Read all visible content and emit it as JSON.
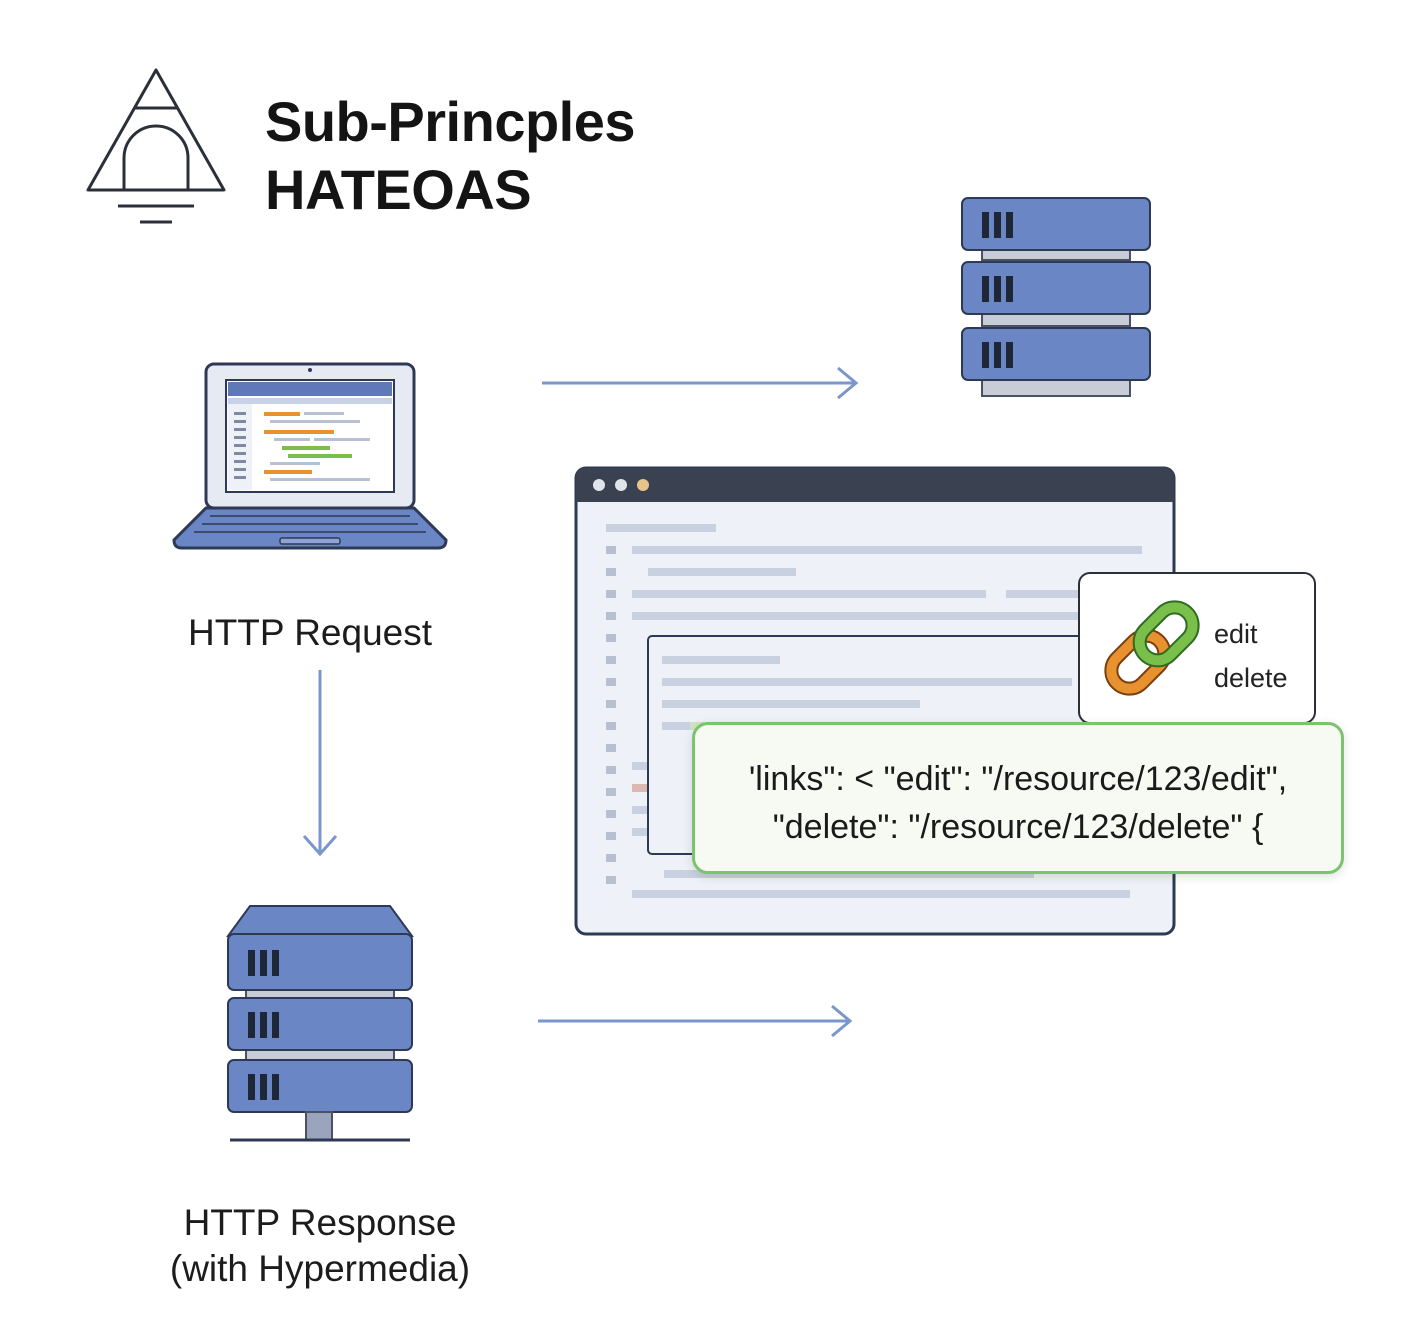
{
  "title": {
    "line1": "Sub-Princples",
    "line2": "HATEOAS"
  },
  "client": {
    "label": "HTTP Request"
  },
  "server_response": {
    "label_line1": "HTTP Response",
    "label_line2": "(with Hypermedia)"
  },
  "links_popup": {
    "items": [
      "edit",
      "delete"
    ]
  },
  "json_snippet": {
    "line1": "'links\": < \"edit\": \"/resource/123/edit\",",
    "line2": "\"delete\": \"/resource/123/delete\" {"
  },
  "colors": {
    "server_blue": "#6a86c4",
    "arrow_blue": "#7b96cc",
    "window_titlebar": "#3a4252",
    "link_green": "#79bf4a",
    "link_orange": "#e8912f",
    "json_border": "#7cc36e"
  }
}
